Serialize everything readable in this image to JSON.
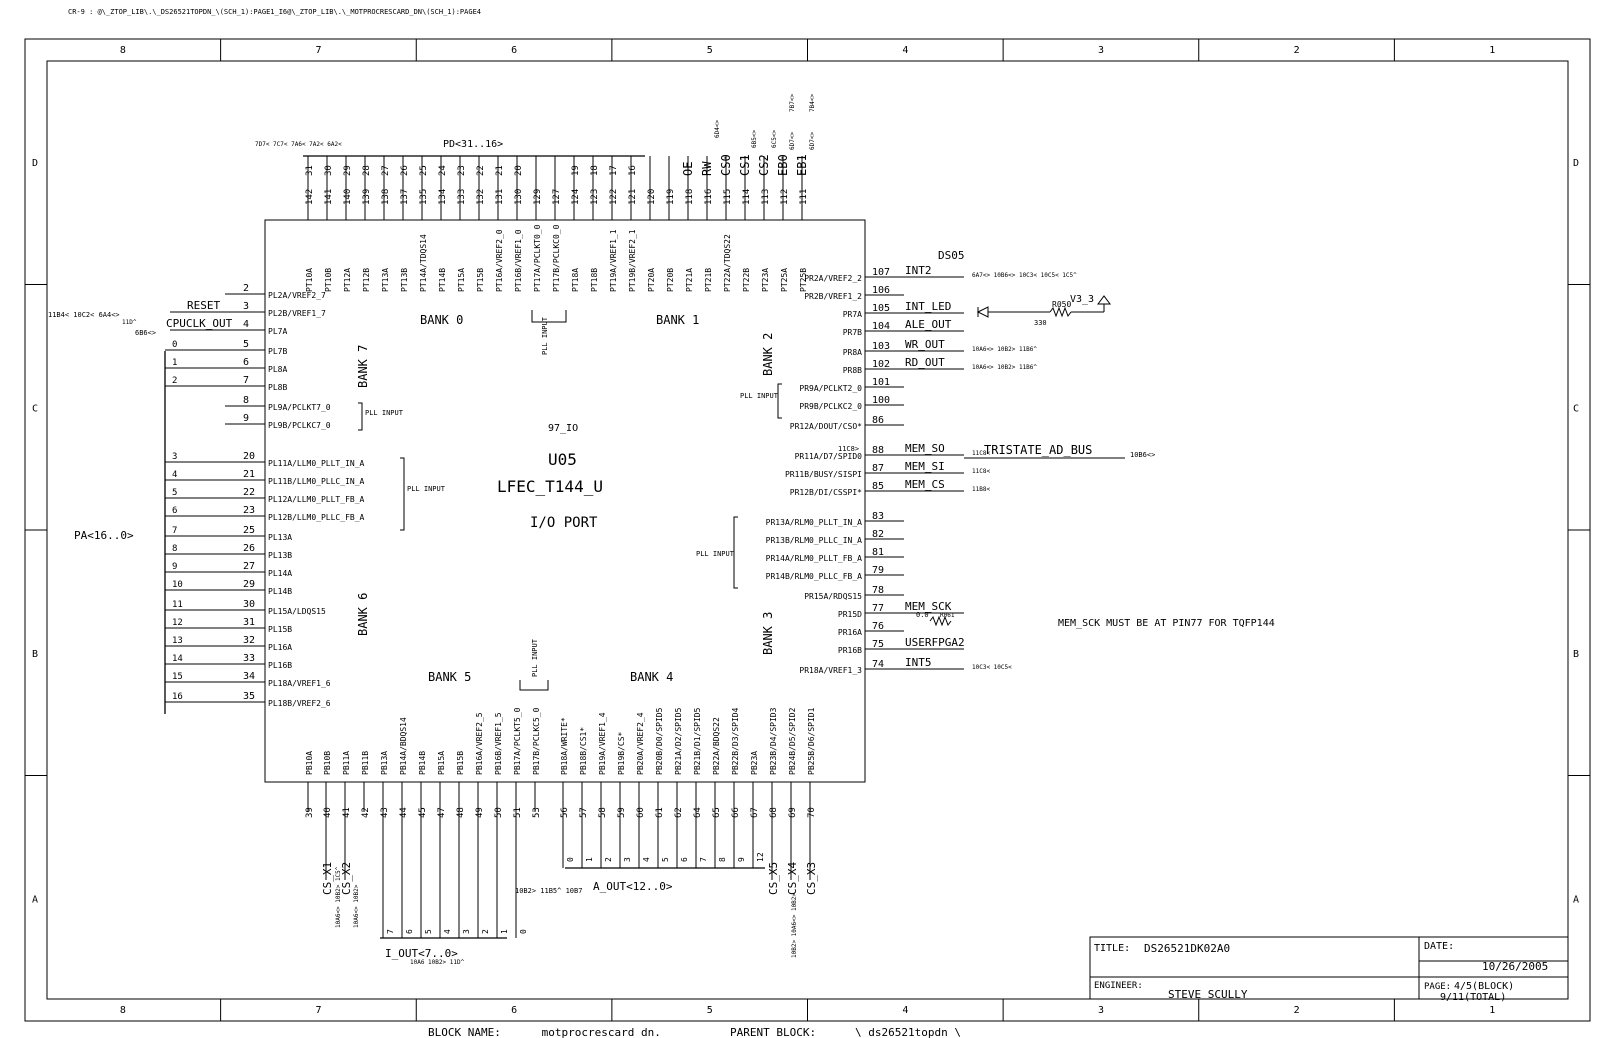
{
  "header_path": "CR-9 : @\\_ZTOP_LIB\\.\\_DS26521TOPDN_\\(SCH_1):PAGE1_I6@\\_ZTOP_LIB\\.\\_MOTPROCRESCARD_DN\\(SCH_1):PAGE4",
  "border": {
    "columns": [
      "8",
      "7",
      "6",
      "5",
      "4",
      "3",
      "2",
      "1"
    ],
    "rows": [
      "D",
      "C",
      "B",
      "A"
    ]
  },
  "chip": {
    "pin_count": "97_IO",
    "ref": "U05",
    "part": "LFEC_T144_U",
    "function": "I/O PORT"
  },
  "banks": {
    "bank0": "BANK 0",
    "bank1": "BANK 1",
    "bank2": "BANK 2",
    "bank7": "BANK 7",
    "bank6": "BANK 6",
    "bank5": "BANK 5",
    "bank4": "BANK 4",
    "bank3": "BANK 3"
  },
  "top_pins": [
    {
      "num": "142",
      "name": "PT10A",
      "sig": "31"
    },
    {
      "num": "141",
      "name": "PT10B",
      "sig": "30"
    },
    {
      "num": "140",
      "name": "PT12A",
      "sig": "29"
    },
    {
      "num": "139",
      "name": "PT12B",
      "sig": "28"
    },
    {
      "num": "138",
      "name": "PT13A",
      "sig": "27"
    },
    {
      "num": "137",
      "name": "PT13B",
      "sig": "26"
    },
    {
      "num": "135",
      "name": "PT14A/TDQS14",
      "sig": "25"
    },
    {
      "num": "134",
      "name": "PT14B",
      "sig": "24"
    },
    {
      "num": "133",
      "name": "PT15A",
      "sig": "23"
    },
    {
      "num": "132",
      "name": "PT15B",
      "sig": "22"
    },
    {
      "num": "131",
      "name": "PT16A/VREF2_0",
      "sig": "21"
    },
    {
      "num": "130",
      "name": "PT16B/VREF1_0",
      "sig": "20"
    },
    {
      "num": "129",
      "name": "PT17A/PCLKT0_0",
      "sig": ""
    },
    {
      "num": "127",
      "name": "PT17B/PCLKC0_0",
      "sig": ""
    },
    {
      "num": "124",
      "name": "PT18A",
      "sig": "19"
    },
    {
      "num": "123",
      "name": "PT18B",
      "sig": "18"
    },
    {
      "num": "122",
      "name": "PT19A/VREF1_1",
      "sig": "17"
    },
    {
      "num": "121",
      "name": "PT19B/VREF2_1",
      "sig": "16"
    },
    {
      "num": "120",
      "name": "PT20A",
      "sig": ""
    },
    {
      "num": "119",
      "name": "PT20B",
      "sig": ""
    },
    {
      "num": "118",
      "name": "PT21A",
      "sig": "OE"
    },
    {
      "num": "116",
      "name": "PT21B",
      "sig": "RW"
    },
    {
      "num": "115",
      "name": "PT22A/TDQS22",
      "sig": "CS0"
    },
    {
      "num": "114",
      "name": "PT22B",
      "sig": "CS1"
    },
    {
      "num": "113",
      "name": "PT23A",
      "sig": "CS2"
    },
    {
      "num": "112",
      "name": "PT25A",
      "sig": "EB0"
    },
    {
      "num": "111",
      "name": "PT25B",
      "sig": "EB1"
    }
  ],
  "top_refs": {
    "pd_bus": "PD<31..16>",
    "pd_refs": "7D7< 7C7< 7A6< 7A2< 6A2<",
    "rw": "6D4<>",
    "cs1": "6B5<>",
    "cs2": "6C5<>",
    "eb0": "6D7<>",
    "eb0b": "7B7<>",
    "eb1": "6D7<>",
    "eb1b": "7B4<>",
    "pll_input": "PLL INPUT"
  },
  "left_pins": [
    {
      "num": "2",
      "name": "PL2A/VREF2_7",
      "sig": ""
    },
    {
      "num": "3",
      "name": "PL2B/VREF1_7",
      "sig": "RESET"
    },
    {
      "num": "4",
      "name": "PL7A",
      "sig": "CPUCLK_OUT"
    },
    {
      "num": "5",
      "name": "PL7B",
      "sig": "0"
    },
    {
      "num": "6",
      "name": "PL8A",
      "sig": "1"
    },
    {
      "num": "7",
      "name": "PL8B",
      "sig": "2"
    },
    {
      "num": "8",
      "name": "PL9A/PCLKT7_0",
      "sig": ""
    },
    {
      "num": "9",
      "name": "PL9B/PCLKC7_0",
      "sig": ""
    },
    {
      "num": "20",
      "name": "PL11A/LLM0_PLLT_IN_A",
      "sig": "3"
    },
    {
      "num": "21",
      "name": "PL11B/LLM0_PLLC_IN_A",
      "sig": "4"
    },
    {
      "num": "22",
      "name": "PL12A/LLM0_PLLT_FB_A",
      "sig": "5"
    },
    {
      "num": "23",
      "name": "PL12B/LLM0_PLLC_FB_A",
      "sig": "6"
    },
    {
      "num": "25",
      "name": "PL13A",
      "sig": "7"
    },
    {
      "num": "26",
      "name": "PL13B",
      "sig": "8"
    },
    {
      "num": "27",
      "name": "PL14A",
      "sig": "9"
    },
    {
      "num": "29",
      "name": "PL14B",
      "sig": "10"
    },
    {
      "num": "30",
      "name": "PL15A/LDQS15",
      "sig": "11"
    },
    {
      "num": "31",
      "name": "PL15B",
      "sig": "12"
    },
    {
      "num": "32",
      "name": "PL16A",
      "sig": "13"
    },
    {
      "num": "33",
      "name": "PL16B",
      "sig": "14"
    },
    {
      "num": "34",
      "name": "PL18A/VREF1_6",
      "sig": "15"
    },
    {
      "num": "35",
      "name": "PL18B/VREF2_6",
      "sig": "16"
    }
  ],
  "left_refs": {
    "reset_refs": "11B4< 10C2< 6A4<>",
    "reset_refs2": "11D^",
    "cpuclk_refs": "6B6<>",
    "pa_bus": "PA<16..0>",
    "pll_input": "PLL INPUT"
  },
  "right_pins": [
    {
      "num": "107",
      "name": "PR2A/VREF2_2",
      "sig": "INT2",
      "refs": "6A7<> 10B6<> 10C3< 10C5< 1C5^"
    },
    {
      "num": "106",
      "name": "PR2B/VREF1_2",
      "sig": "",
      "refs": ""
    },
    {
      "num": "105",
      "name": "PR7A",
      "sig": "INT_LED",
      "refs": ""
    },
    {
      "num": "104",
      "name": "PR7B",
      "sig": "ALE_OUT",
      "refs": ""
    },
    {
      "num": "103",
      "name": "PR8A",
      "sig": "WR_OUT",
      "refs": "10A6<> 10B2> 11B6^"
    },
    {
      "num": "102",
      "name": "PR8B",
      "sig": "RD_OUT",
      "refs": "10A6<> 10B2> 11B6^"
    },
    {
      "num": "101",
      "name": "PR9A/PCLKT2_0",
      "sig": "",
      "refs": ""
    },
    {
      "num": "100",
      "name": "PR9B/PCLKC2_0",
      "sig": "",
      "refs": ""
    },
    {
      "num": "86",
      "name": "PR12A/DOUT/CSO*",
      "sig": "",
      "refs": ""
    },
    {
      "num": "88",
      "name": "PR11A/D7/SPID0",
      "sig": "MEM_SO",
      "refs": "11C8<"
    },
    {
      "num": "87",
      "name": "PR11B/BUSY/SISPI",
      "sig": "MEM_SI",
      "refs": "11C8<"
    },
    {
      "num": "85",
      "name": "PR12B/DI/CSSPI*",
      "sig": "MEM_CS",
      "refs": "11B8<"
    },
    {
      "num": "83",
      "name": "PR13A/RLM0_PLLT_IN_A",
      "sig": "",
      "refs": ""
    },
    {
      "num": "82",
      "name": "PR13B/RLM0_PLLC_IN_A",
      "sig": "",
      "refs": ""
    },
    {
      "num": "81",
      "name": "PR14A/RLM0_PLLT_FB_A",
      "sig": "",
      "refs": ""
    },
    {
      "num": "79",
      "name": "PR14B/RLM0_PLLC_FB_A",
      "sig": "",
      "refs": ""
    },
    {
      "num": "78",
      "name": "PR15A/RDQS15",
      "sig": "",
      "refs": ""
    },
    {
      "num": "77",
      "name": "PR15D",
      "sig": "MEM_SCK",
      "refs": ""
    },
    {
      "num": "76",
      "name": "PR16A",
      "sig": "",
      "refs": ""
    },
    {
      "num": "75",
      "name": "PR16B",
      "sig": "USERFPGA2",
      "refs": ""
    },
    {
      "num": "74",
      "name": "PR18A/VREF1_3",
      "sig": "INT5",
      "refs": "10C3< 10C5<"
    }
  ],
  "right_refs": {
    "led_ref": "DS05",
    "vcc": "V3_3",
    "res_ref": "R050",
    "res_val": "330",
    "tristate": "TRISTATE_AD_BUS",
    "tristate_ref": "10B6<>",
    "mem_so_ref": "11C8>",
    "sck_res": "0.0",
    "sck_res_ref": "R061",
    "note": "MEM_SCK MUST BE AT PIN77 FOR TQFP144",
    "pll_input": "PLL INPUT"
  },
  "bottom_pins": [
    {
      "num": "39",
      "name": "PB10A",
      "sig": ""
    },
    {
      "num": "40",
      "name": "PB10B",
      "sig": "CS_X1"
    },
    {
      "num": "41",
      "name": "PB11A",
      "sig": "CS_X2"
    },
    {
      "num": "42",
      "name": "PB11B",
      "sig": ""
    },
    {
      "num": "43",
      "name": "PB13A",
      "sig": "7"
    },
    {
      "num": "44",
      "name": "PB14A/BDQS14",
      "sig": "6"
    },
    {
      "num": "45",
      "name": "PB14B",
      "sig": "5"
    },
    {
      "num": "47",
      "name": "PB15A",
      "sig": "4"
    },
    {
      "num": "48",
      "name": "PB15B",
      "sig": "3"
    },
    {
      "num": "49",
      "name": "PB16A/VREF2_5",
      "sig": "2"
    },
    {
      "num": "50",
      "name": "PB16B/VREF1_5",
      "sig": "1"
    },
    {
      "num": "51",
      "name": "PB17A/PCLKT5_0",
      "sig": "0"
    },
    {
      "num": "53",
      "name": "PB17B/PCLKC5_0",
      "sig": ""
    },
    {
      "num": "56",
      "name": "PB18A/WRITE*",
      "sig": "0"
    },
    {
      "num": "57",
      "name": "PB18B/CS1*",
      "sig": "1"
    },
    {
      "num": "58",
      "name": "PB19A/VREF1_4",
      "sig": "2"
    },
    {
      "num": "59",
      "name": "PB19B/CS*",
      "sig": "3"
    },
    {
      "num": "60",
      "name": "PB20A/VREF2_4",
      "sig": "4"
    },
    {
      "num": "61",
      "name": "PB20B/D0/SPID5",
      "sig": "5"
    },
    {
      "num": "62",
      "name": "PB21A/D2/SPID5",
      "sig": "6"
    },
    {
      "num": "64",
      "name": "PB21B/D1/SPID5",
      "sig": "7"
    },
    {
      "num": "65",
      "name": "PB22A/BDQS22",
      "sig": "8"
    },
    {
      "num": "66",
      "name": "PB22B/D3/SPID4",
      "sig": "9"
    },
    {
      "num": "67",
      "name": "PB23A",
      "sig": "12"
    },
    {
      "num": "68",
      "name": "PB23B/D4/SPID3",
      "sig": "CS_X5"
    },
    {
      "num": "69",
      "name": "PB24B/D5/SPID2",
      "sig": "CS_X4"
    },
    {
      "num": "70",
      "name": "PB25B/D6/SPID1",
      "sig": "CS_X3"
    }
  ],
  "bottom_refs": {
    "i_out": "I_OUT<7..0>",
    "a_out": "A_OUT<12..0>",
    "a_out_refs": "10B2> 11B5^ 10B7",
    "i_out_refs": "10A6 10B2> 11D^",
    "csx1_refs": "10A6<> 10B2> 1C5^",
    "csx2_refs": "10A6<> 10B2>",
    "right_refs": "10B2> 10A6<> 10B2>"
  },
  "title_block": {
    "title_label": "TITLE:",
    "title": "DS26521DK02A0",
    "date_label": "DATE:",
    "date": "10/26/2005",
    "engineer_label": "ENGINEER:",
    "engineer": "STEVE SCULLY",
    "page_label": "PAGE:",
    "page": "4/5(BLOCK)",
    "page_total": "9/11(TOTAL)"
  },
  "footer": {
    "block_label": "BLOCK NAME:",
    "block_name": "_motprocrescard_dn.",
    "parent_label": "PARENT BLOCK:",
    "parent_name": "\\_ds26521topdn_\\"
  }
}
